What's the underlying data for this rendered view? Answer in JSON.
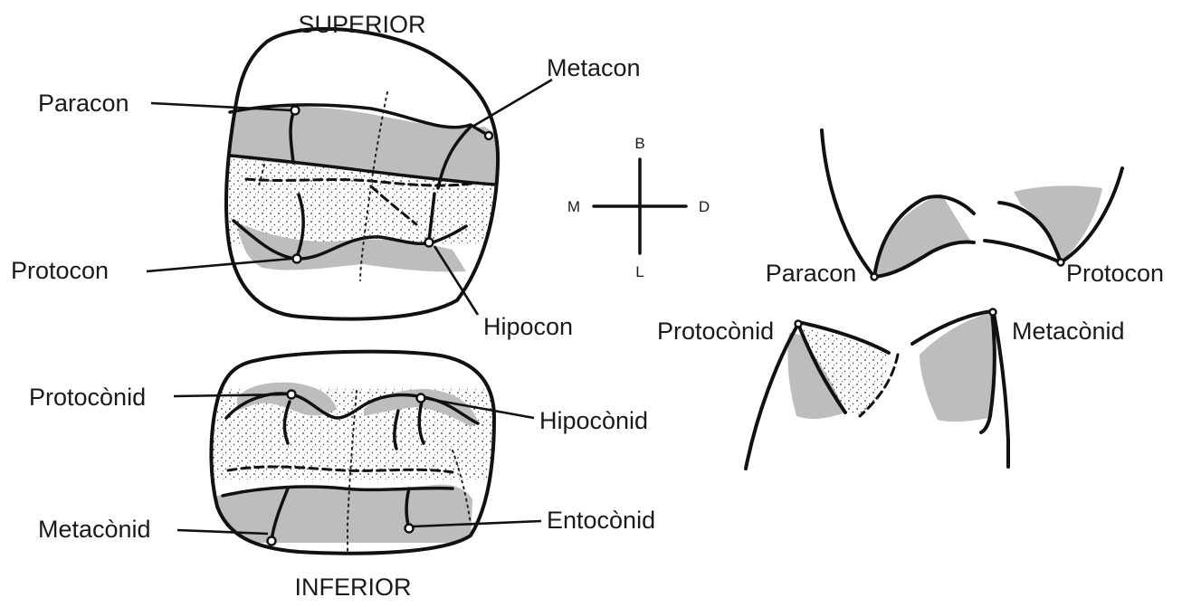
{
  "labels": {
    "superior": "SUPERIOR",
    "inferior": "INFERIOR",
    "upper": {
      "paracon": "Paracon",
      "metacon": "Metacon",
      "protocon": "Protocon",
      "hipocon": "Hipocon"
    },
    "lower": {
      "protoconid": "Protocònid",
      "hipoconid": "Hipocònid",
      "metaconid": "Metacònid",
      "entoconid": "Entocònid"
    },
    "cross_section": {
      "paracon": "Paracon",
      "protocon": "Protocon",
      "protoconid": "Protocònid",
      "metaconid": "Metacònid"
    }
  },
  "compass": {
    "north": "B",
    "south": "L",
    "west": "M",
    "east": "D"
  },
  "colors": {
    "shading": "#bdbdbd",
    "stroke": "#111111",
    "background": "#ffffff"
  }
}
